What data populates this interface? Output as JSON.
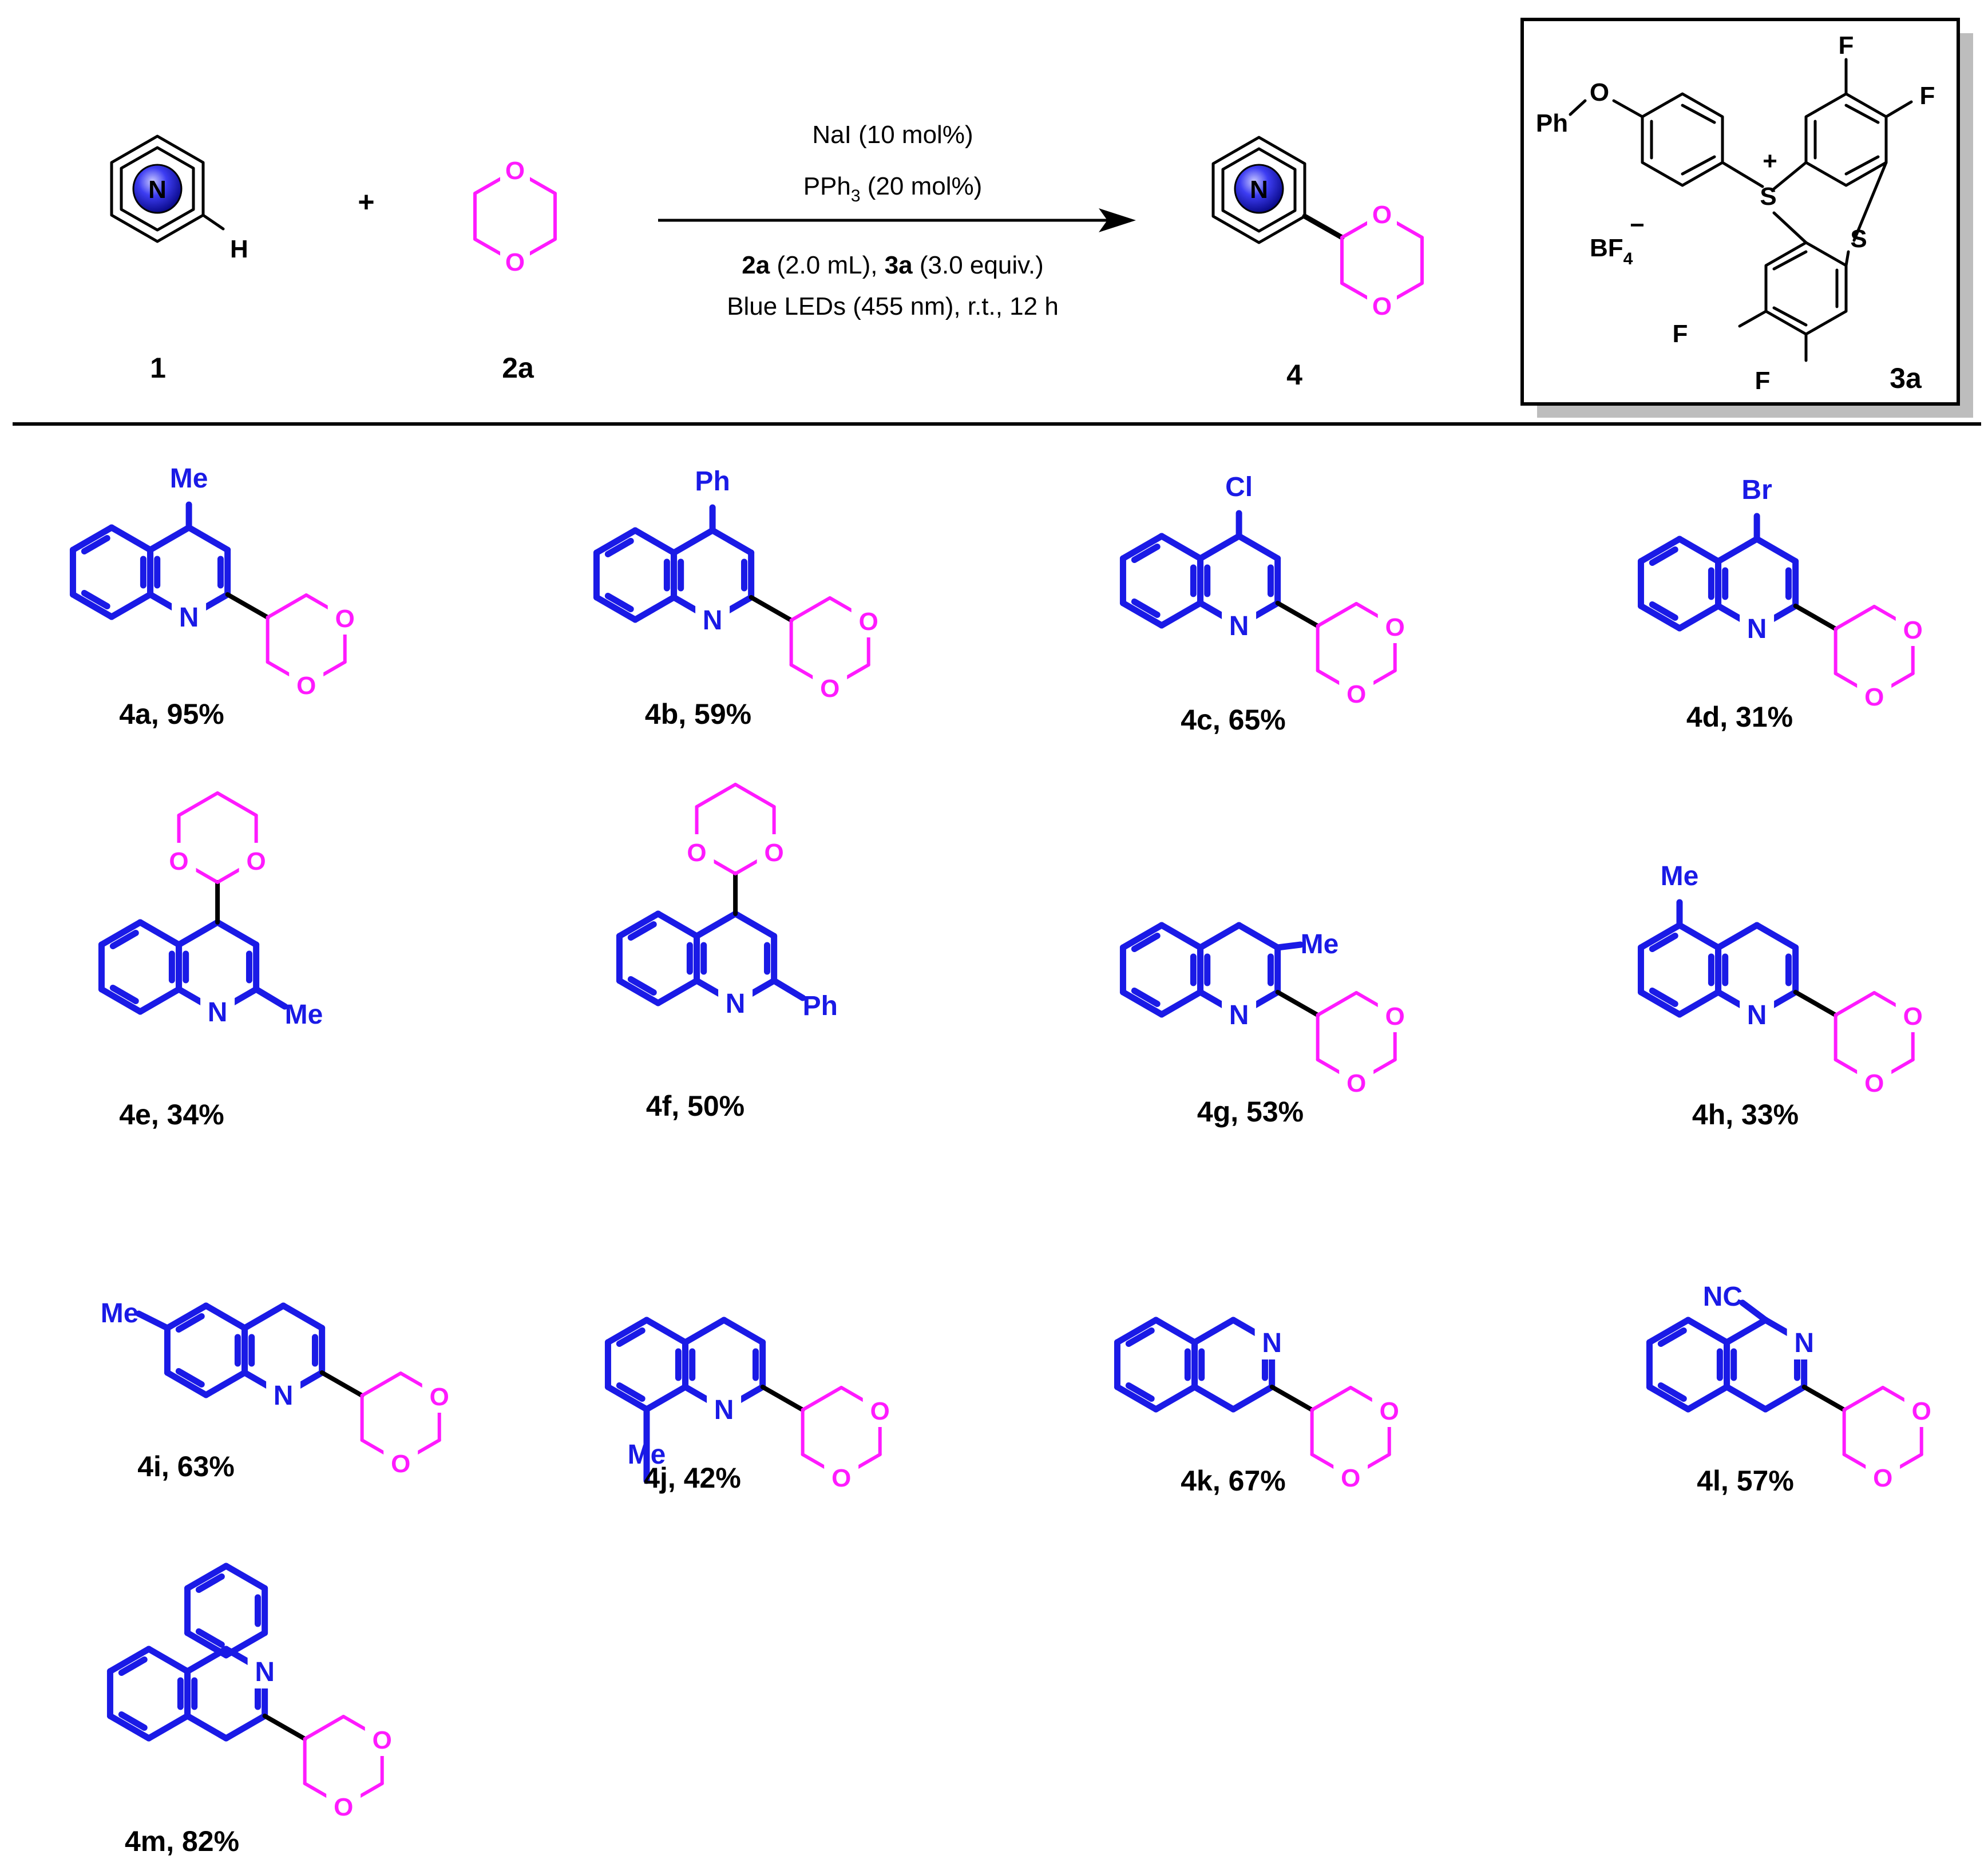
{
  "reaction": {
    "reactant_1_label": "1",
    "reactant_1_atom_N": "N",
    "reactant_1_atom_H": "H",
    "plus_sign": "+",
    "reactant_2_label": "2a",
    "product_label": "4",
    "conditions": {
      "line1": "NaI (10 mol%)",
      "line2_main": "PPh",
      "line2_sub": "3",
      "line2_rest": " (20 mol%)",
      "line3_bold1": "2a",
      "line3_text1": " (2.0 mL), ",
      "line3_bold2": "3a",
      "line3_text2": " (3.0 equiv.)",
      "line4": "Blue LEDs (455 nm), r.t., 12 h"
    }
  },
  "reagent_box": {
    "label": "3a",
    "atoms": {
      "ph": "Ph",
      "o": "O",
      "s_plus": "S",
      "plus": "+",
      "s": "S",
      "f": "F",
      "bf_main": "BF",
      "bf_sub": "4",
      "bf_sup": "−"
    }
  },
  "atom_labels": {
    "N": "N",
    "O": "O"
  },
  "products": [
    {
      "id": "4a",
      "label": "4a, 95%",
      "substituent": "Me"
    },
    {
      "id": "4b",
      "label": "4b, 59%",
      "substituent": "Ph"
    },
    {
      "id": "4c",
      "label": "4c, 65%",
      "substituent": "Cl"
    },
    {
      "id": "4d",
      "label": "4d, 31%",
      "substituent": "Br"
    },
    {
      "id": "4e",
      "label": "4e, 34%",
      "substituent": "Me"
    },
    {
      "id": "4f",
      "label": "4f, 50%",
      "substituent": "Ph"
    },
    {
      "id": "4g",
      "label": "4g, 53%",
      "substituent": "Me"
    },
    {
      "id": "4h",
      "label": "4h, 33%",
      "substituent": "Me"
    },
    {
      "id": "4i",
      "label": "4i, 63%",
      "substituent": "Me"
    },
    {
      "id": "4j",
      "label": "4j, 42%",
      "substituent": "Me"
    },
    {
      "id": "4k",
      "label": "4k, 67%",
      "substituent": ""
    },
    {
      "id": "4l",
      "label": "4l, 57%",
      "substituent": "NC"
    },
    {
      "id": "4m",
      "label": "4m, 82%",
      "substituent": ""
    }
  ],
  "colors": {
    "heteroarene": "#1a1ae6",
    "dioxane": "#ff1aff",
    "bond": "#000000"
  }
}
